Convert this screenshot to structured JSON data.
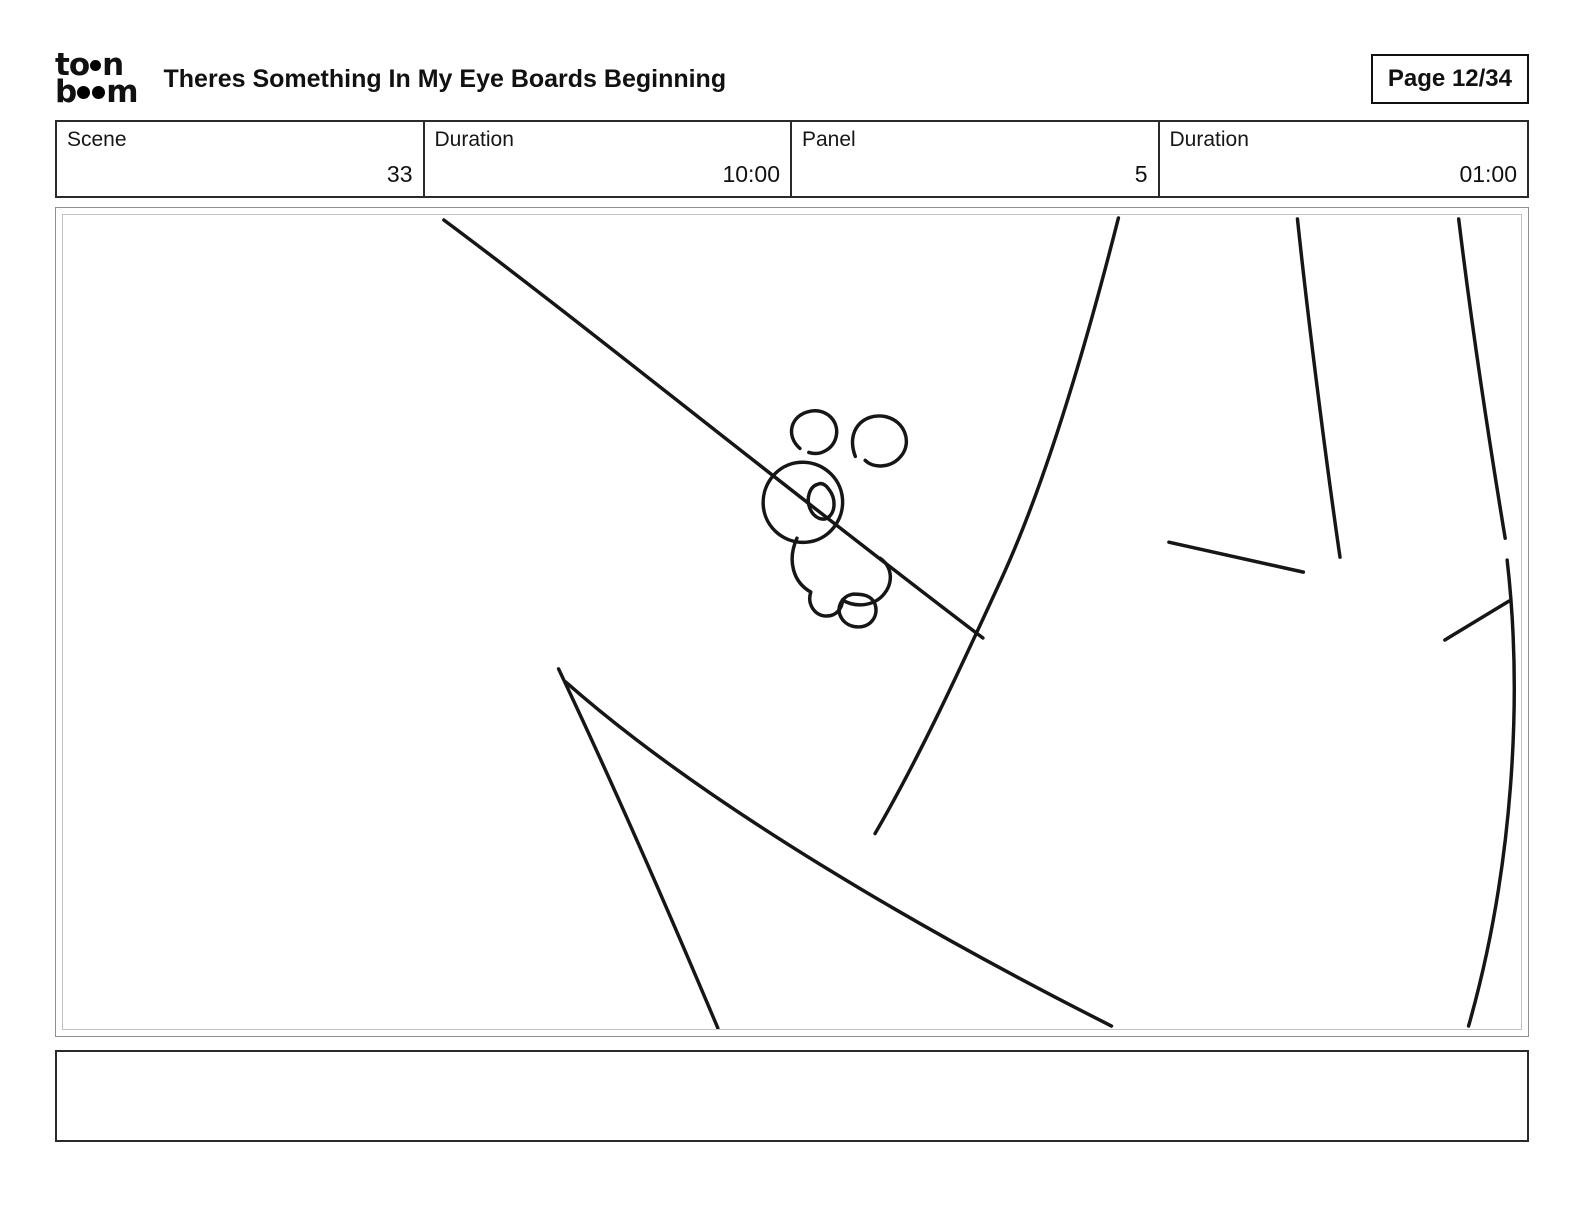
{
  "header": {
    "logo": {
      "line1_left": "to",
      "line1_right": "n",
      "line2_left": "b",
      "line2_right": "m"
    },
    "title": "Theres Something In My Eye Boards Beginning",
    "page_label": "Page 12/34"
  },
  "info": {
    "cells": [
      {
        "label": "Scene",
        "value": "33"
      },
      {
        "label": "Duration",
        "value": "10:00"
      },
      {
        "label": "Panel",
        "value": "5"
      },
      {
        "label": "Duration",
        "value": "01:00"
      }
    ]
  },
  "panel": {
    "ink_color": "#161616"
  },
  "caption": {
    "text": ""
  }
}
